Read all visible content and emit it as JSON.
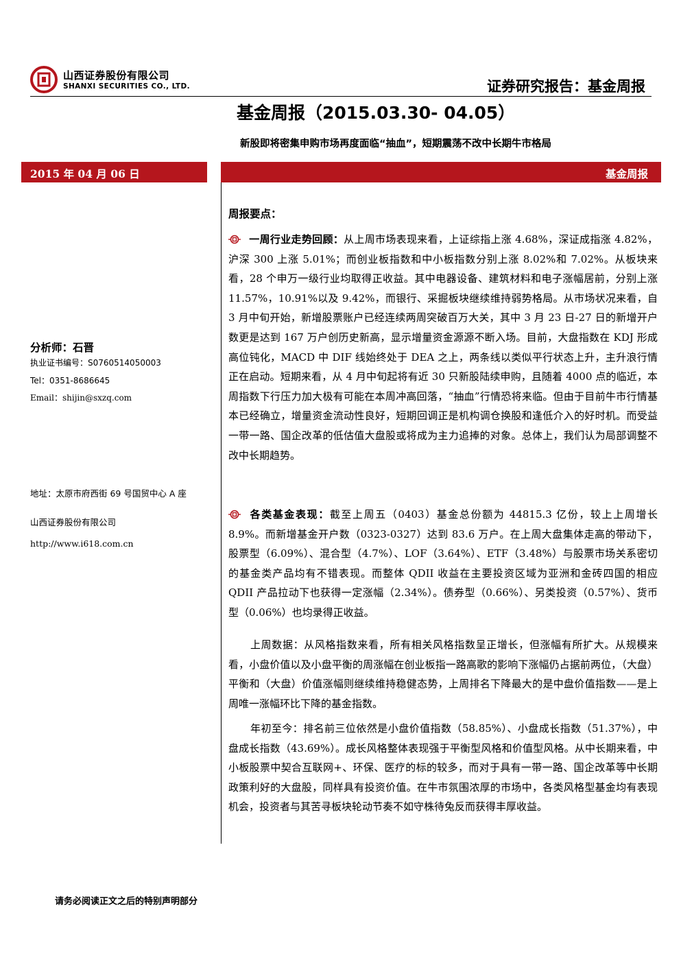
{
  "brand": {
    "company_cn": "山西证券股份有限公司",
    "company_en": "SHANXI SECURITIES CO., LTD.",
    "accent_color": "#b5161d"
  },
  "header": {
    "report_type": "证券研究报告：基金周报",
    "title": "基金周报（2015.03.30- 04.05）",
    "subtitle": "新股即将密集申购市场再度面临“抽血”，短期震荡不改中长期牛市格局"
  },
  "bars": {
    "date": "2015 年 04 月 06 日",
    "category": "基金周报"
  },
  "sidebar": {
    "analyst": "分析师：石晋",
    "certificate": "执业证书编号：S0760514050003",
    "tel": "Tel：0351-8686645",
    "email": "Email：shijin@sxzq.com",
    "address": "地址：太原市府西街 69 号国贸中心 A 座",
    "company": "山西证券股份有限公司",
    "website": "http://www.i618.com.cn"
  },
  "body": {
    "points_heading": "周报要点：",
    "p1_lead": "一周行业走势回顾：",
    "p1_text": "从上周市场表现来看，上证综指上涨 4.68%，深证成指涨 4.82%，沪深 300 上涨 5.01%；而创业板指数和中小板指数分别上涨 8.02%和 7.02%。从板块来看，28 个申万一级行业均取得正收益。其中电器设备、建筑材料和电子涨幅居前，分别上涨 11.57%，10.91%以及 9.42%，而银行、采掘板块继续维持弱势格局。从市场状况来看，自 3 月中旬开始，新增股票账户已经连续两周突破百万大关，其中 3 月 23 日-27 日的新增开户数更是达到 167 万户创历史新高，显示增量资金源源不断入场。目前，大盘指数在 KDJ 形成高位钝化，MACD 中 DIF 线始终处于 DEA 之上，两条线以类似平行状态上升，主升浪行情正在启动。短期来看，从 4 月中旬起将有近 30 只新股陆续申购，且随着 4000 点的临近，本周指数下行压力加大极有可能在本周冲高回落，“抽血”行情恐将来临。但由于目前牛市行情基本已经确立，增量资金流动性良好，短期回调正是机构调仓换股和逢低介入的好时机。而受益一带一路、国企改革的低估值大盘股或将成为主力追捧的对象。总体上，我们认为局部调整不改中长期趋势。",
    "p2_lead": "各类基金表现：",
    "p2_text": "截至上周五（0403）基金总份额为 44815.3 亿份，较上上周增长 8.9%。而新增基金开户数（0323-0327）达到 83.6 万户。在上周大盘集体走高的带动下，股票型（6.09%）、混合型（4.7%）、LOF（3.64%）、ETF（3.48%）与股票市场关系密切的基金类产品均有不错表现。而整体 QDII 收益在主要投资区域为亚洲和金砖四国的相应 QDII 产品拉动下也获得一定涨幅（2.34%）。债券型（0.66%）、另类投资（0.57%）、货币型（0.06%）也均录得正收益。",
    "p3_text": "上周数据：从风格指数来看，所有相关风格指数呈正增长，但涨幅有所扩大。从规模来看，小盘价值以及小盘平衡的周涨幅在创业板指一路高歌的影响下涨幅仍占据前两位，（大盘）平衡和（大盘）价值涨幅则继续维持稳健态势，上周排名下降最大的是中盘价值指数——是上周唯一涨幅环比下降的基金指数。",
    "p4_text": "年初至今：排名前三位依然是小盘价值指数（58.85%）、小盘成长指数（51.37%），中盘成长指数（43.69%）。成长风格整体表现强于平衡型风格和价值型风格。从中长期来看，中小板股票中契合互联网+、环保、医疗的标的较多，而对于具有一带一路、国企改革等中长期政策利好的大盘股，同样具有投资价值。在牛市氛围浓厚的市场中，各类风格型基金均有表现机会，投资者与其苦寻板块轮动节奏不如守株待兔反而获得丰厚收益。"
  },
  "footer": {
    "disclaimer": "请务必阅读正文之后的特别声明部分"
  }
}
